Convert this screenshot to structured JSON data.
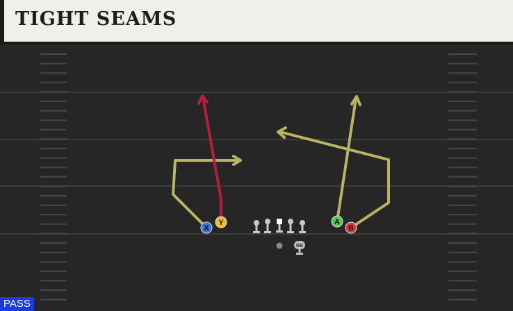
{
  "title": "TIGHT SEAMS",
  "play_type": "PASS",
  "colors": {
    "field": "#262626",
    "yard_line": "#3d3d3d",
    "hash_mark": "#474747",
    "route_primary": "#b8b560",
    "route_hot": "#b51f39",
    "lineman": "#c9c9c9",
    "badge": "#1a3be0"
  },
  "players": {
    "X": {
      "label": "X",
      "color": "#3b73d6"
    },
    "Y": {
      "label": "Y",
      "color": "#f2c21b"
    },
    "A": {
      "label": "A",
      "color": "#4ecb4a"
    },
    "B": {
      "label": "B",
      "color": "#e03a3a"
    },
    "RB": {
      "label": "RB"
    }
  }
}
